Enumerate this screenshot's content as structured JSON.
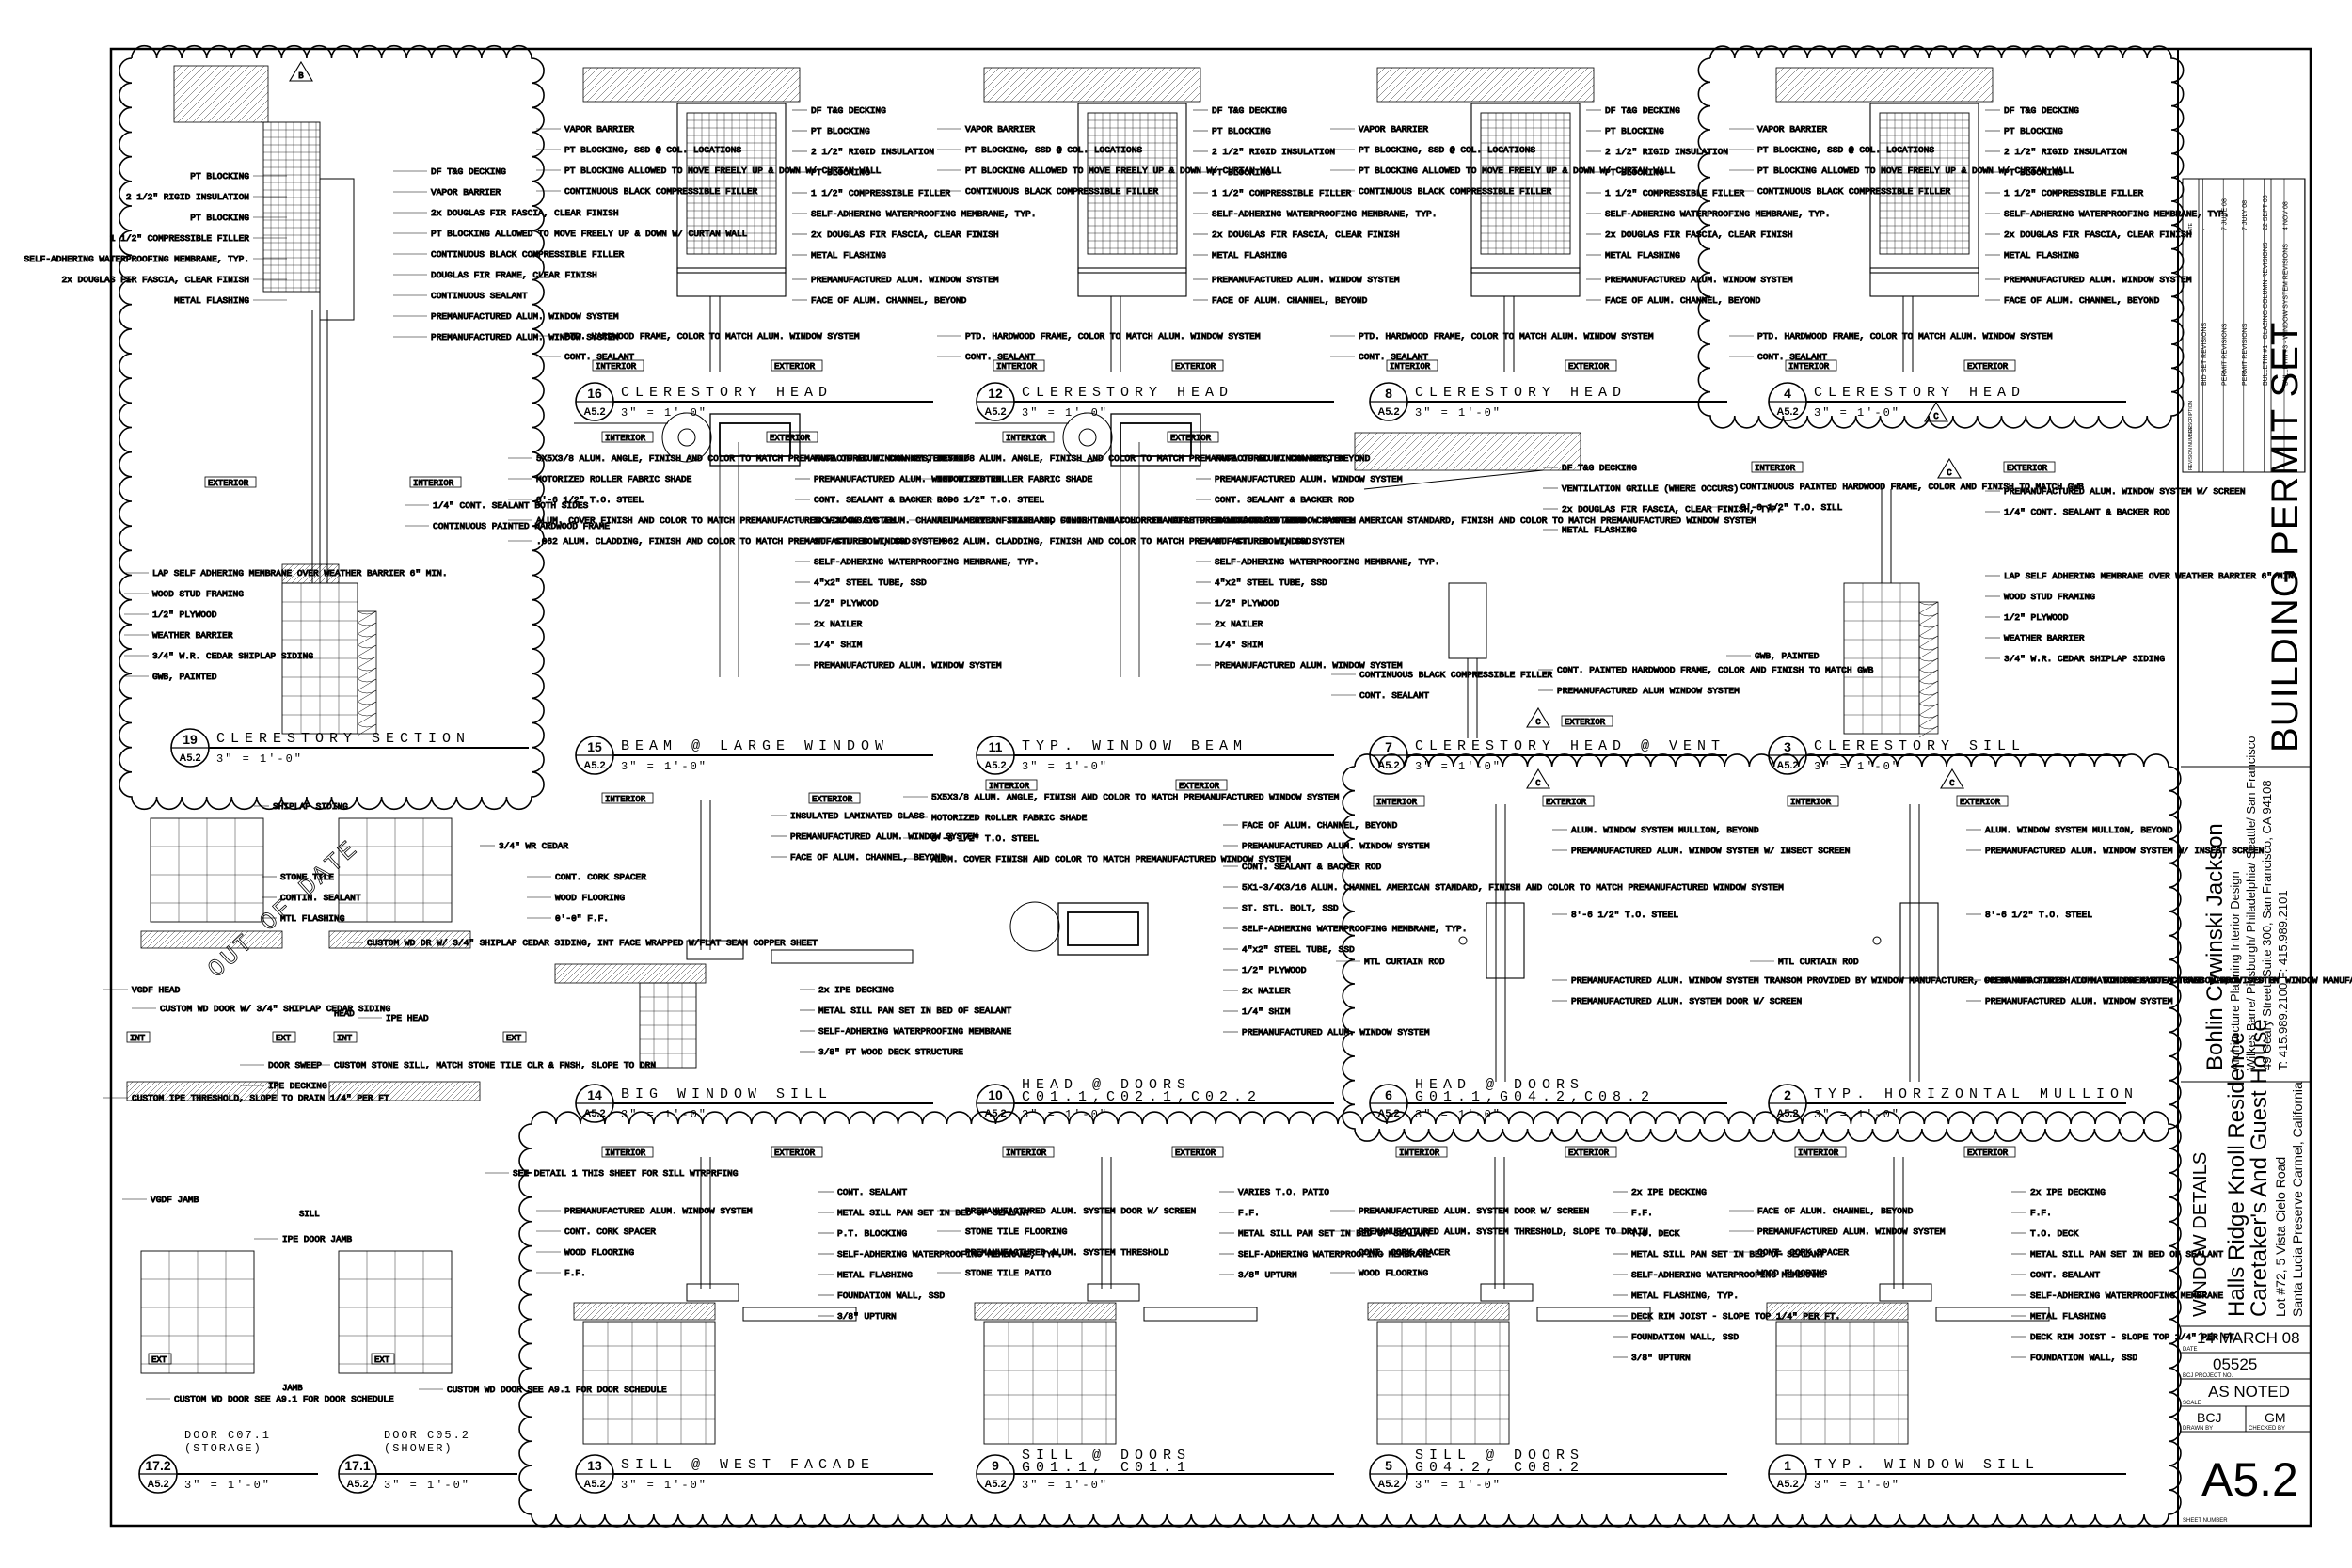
{
  "titleblock": {
    "permit_set": "BUILDING PERMIT SET",
    "firm_name": "Bohlin Cywinski Jackson",
    "firm_disciplines": "Architecture Planning Interior Design",
    "firm_offices": "Wilkes Barre/ Pittsburgh/ Philadelphia/ Seattle/ San Francisco",
    "firm_address": "49 Geary Street, Suite 300, San Francisco, CA 94108",
    "firm_phone": "T: 415.989.2100  F: 415.989.2101",
    "project_line1": "Halls Ridge Knoll Residence",
    "project_line2": "Caretaker's And Guest House",
    "project_line3": "Lot #72, 5 Vista Cielo Road",
    "project_line4": "Santa Lucia Preserve Carmel, California",
    "sheet_title": "WINDOW DETAILS",
    "date_value": "14 MARCH 08",
    "date_label": "DATE",
    "project_number": "05525",
    "project_number_label": "BCJ PROJECT NO.",
    "scale_value": "AS NOTED",
    "scale_label": "SCALE",
    "drawn_by": "BCJ",
    "drawn_by_label": "DRAWN BY",
    "checked_by": "GM",
    "checked_by_label": "CHECKED BY",
    "sheet_number": "A5.2",
    "sheet_number_label": "SHEET NUMBER",
    "revisions_header": {
      "number": "REVISION NUMBER",
      "description": "DESCRIPTION",
      "date": "DATE"
    },
    "revisions": [
      {
        "number": "",
        "description": "BID SET REVISIONS",
        "date": "-"
      },
      {
        "number": "",
        "description": "PERMIT REVISIONS",
        "date": "7 JUNE 08"
      },
      {
        "number": "",
        "description": "PERMIT REVISIONS",
        "date": "7 JULY 08"
      },
      {
        "number": "1",
        "description": "BULLETIN #1 - GLAZING COLUMN REVISIONS",
        "date": "22 SEPT 08"
      },
      {
        "number": "3",
        "description": "BULLETIN #3 - WINDOW SYSTEM REVISIONS",
        "date": "4 NOV 08"
      }
    ]
  },
  "stamp": "OUT OF DATE",
  "details": [
    {
      "id": "d19",
      "number": "19",
      "sheet": "A5.2",
      "title": "CLERESTORY SECTION",
      "scale": "3\" = 1'-0\""
    },
    {
      "id": "d16",
      "number": "16",
      "sheet": "A5.2",
      "title": "CLERESTORY HEAD",
      "scale": "3\" = 1'-0\""
    },
    {
      "id": "d12",
      "number": "12",
      "sheet": "A5.2",
      "title": "CLERESTORY HEAD",
      "scale": "3\" = 1'-0\""
    },
    {
      "id": "d8",
      "number": "8",
      "sheet": "A5.2",
      "title": "CLERESTORY HEAD",
      "scale": "3\" = 1'-0\""
    },
    {
      "id": "d4",
      "number": "4",
      "sheet": "A5.2",
      "title": "CLERESTORY HEAD",
      "scale": "3\" = 1'-0\""
    },
    {
      "id": "d15",
      "number": "15",
      "sheet": "A5.2",
      "title": "BEAM @ LARGE WINDOW",
      "scale": "3\" = 1'-0\""
    },
    {
      "id": "d11",
      "number": "11",
      "sheet": "A5.2",
      "title": "TYP. WINDOW BEAM",
      "scale": "3\" = 1'-0\""
    },
    {
      "id": "d7",
      "number": "7",
      "sheet": "A5.2",
      "title": "CLERESTORY HEAD @ VENT",
      "scale": "3\" = 1'-0\""
    },
    {
      "id": "d3",
      "number": "3",
      "sheet": "A5.2",
      "title": "CLERESTORY SILL",
      "scale": "3\" = 1'-0\""
    },
    {
      "id": "d14",
      "number": "14",
      "sheet": "A5.2",
      "title": "BIG WINDOW SILL",
      "scale": "3\" = 1'-0\""
    },
    {
      "id": "d10",
      "number": "10",
      "sheet": "A5.2",
      "title": "HEAD @ DOORS",
      "subtitle": "C01.1,C02.1,C02.2",
      "scale": "3\" = 1'-0\""
    },
    {
      "id": "d6",
      "number": "6",
      "sheet": "A5.2",
      "title": "HEAD @ DOORS",
      "subtitle": "G01.1,G04.2,C08.2",
      "scale": "3\" = 1'-0\""
    },
    {
      "id": "d2",
      "number": "2",
      "sheet": "A5.2",
      "title": "TYP. HORIZONTAL MULLION",
      "scale": "3\" = 1'-0\""
    },
    {
      "id": "d13",
      "number": "13",
      "sheet": "A5.2",
      "title": "SILL @ WEST FACADE",
      "scale": "3\" = 1'-0\""
    },
    {
      "id": "d9",
      "number": "9",
      "sheet": "A5.2",
      "title": "SILL @ DOORS",
      "subtitle": "G01.1, C01.1",
      "scale": "3\" = 1'-0\""
    },
    {
      "id": "d5",
      "number": "5",
      "sheet": "A5.2",
      "title": "SILL @ DOORS",
      "subtitle": "G04.2, C08.2",
      "scale": "3\" = 1'-0\""
    },
    {
      "id": "d1",
      "number": "1",
      "sheet": "A5.2",
      "title": "TYP. WINDOW SILL",
      "scale": "3\" = 1'-0\""
    },
    {
      "id": "d172",
      "number": "17.2",
      "sheet": "A5.2",
      "title": "DOOR C07.1",
      "subtitle": "(STORAGE)",
      "scale": "3\" = 1'-0\""
    },
    {
      "id": "d171",
      "number": "17.1",
      "sheet": "A5.2",
      "title": "DOOR C05.2",
      "subtitle": "(SHOWER)",
      "scale": "3\" = 1'-0\""
    }
  ],
  "tags": {
    "interior": "INTERIOR",
    "exterior": "EXTERIOR",
    "int": "INT",
    "ext": "EXT",
    "rev_b": "B",
    "rev_c": "C"
  },
  "notes": {
    "d19": [
      "PT BLOCKING",
      "2 1/2\" RIGID INSULATION",
      "PT BLOCKING",
      "1 1/2\" COMPRESSIBLE FILLER",
      "SELF-ADHERING WATERPROOFING MEMBRANE, TYP.",
      "2x DOUGLAS FIR FASCIA, CLEAR FINISH",
      "METAL FLASHING",
      "DF T&G DECKING",
      "VAPOR BARRIER",
      "2x DOUGLAS FIR FASCIA, CLEAR FINISH",
      "PT BLOCKING ALLOWED TO MOVE FREELY UP & DOWN W/ CURTAN WALL",
      "CONTINUOUS BLACK COMPRESSIBLE FILLER",
      "DOUGLAS FIR FRAME, CLEAR FINISH",
      "CONTINUOUS SEALANT",
      "PREMANUFACTURED ALUM. WINDOW SYSTEM",
      "PREMANUFACTURED ALUM. WINDOW SYSTEM",
      "1/4\" CONT. SEALANT BOTH SIDES",
      "CONTINUOUS PAINTED HARDWOOD FRAME",
      "LAP SELF ADHERING MEMBRANE OVER WEATHER BARRIER 6\" MIN.",
      "WOOD STUD FRAMING",
      "1/2\" PLYWOOD",
      "WEATHER BARRIER",
      "3/4\" W.R. CEDAR SHIPLAP SIDING",
      "GWB, PAINTED",
      "T.O. SILL"
    ],
    "head": [
      "DF T&G DECKING",
      "PT BLOCKING",
      "2 1/2\" RIGID INSULATION",
      "PT BLOCKING",
      "1 1/2\" COMPRESSIBLE FILLER",
      "SELF-ADHERING WATERPROOFING MEMBRANE, TYP.",
      "2x DOUGLAS FIR FASCIA, CLEAR FINISH",
      "METAL FLASHING",
      "PREMANUFACTURED ALUM. WINDOW SYSTEM",
      "FACE OF ALUM. CHANNEL, BEYOND",
      "VAPOR BARRIER",
      "PT BLOCKING, SSD @ COL. LOCATIONS",
      "PT BLOCKING ALLOWED TO MOVE FREELY UP & DOWN W/ CURTAN WALL",
      "CONTINUOUS BLACK COMPRESSIBLE FILLER",
      "PTD. HARDWOOD FRAME, COLOR TO MATCH ALUM. WINDOW SYSTEM",
      "CONT. SEALANT"
    ],
    "beam": [
      "5X5X3/8 ALUM. ANGLE, FINISH AND COLOR TO MATCH PREMANUFACTURED WINDOW SYSTEM",
      "MOTORIZED ROLLER FABRIC SHADE",
      "8'-6 1/2\" T.O. STEEL",
      "ALUM. COVER FINISH AND COLOR TO MATCH PREMANUFACTURED WINDOW SYSTEM",
      ".062 ALUM. CLADDING, FINISH AND COLOR TO MATCH PREMANUFACTURED WINDOW SYSTEM",
      "CONT. SEALANT",
      "FACE OF ALUM. CHANNEL, BEYOND",
      "PREMANUFACTURED ALUM. WINDOW SYSTEM",
      "CONT. SEALANT & BACKER ROD",
      "5X1-3/4X3/16 ALUM. CHANNEL AMERICAN STANDARD, FINISH AND COLOR TO MATCH PREMANUFACTURED WINDOW SYSTEM",
      "ST. STL. BOLT, SSD",
      "SELF-ADHERING WATERPROOFING MEMBRANE, TYP.",
      "4\"x2\" STEEL TUBE, SSD",
      "1/2\" PLYWOOD",
      "2x NAILER",
      "1/4\" SHIM",
      "PREMANUFACTURED ALUM. WINDOW SYSTEM"
    ],
    "d7": [
      "DF T&G DECKING",
      "VENTILATION GRILLE (WHERE OCCURS)",
      "2x DOUGLAS FIR FASCIA, CLEAR FINISH, TYP.",
      "METAL FLASHING",
      "CONTINUOUS BLACK COMPRESSIBLE FILLER",
      "CONT. SEALANT",
      "CONT. PAINTED HARDWOOD FRAME, COLOR AND FINISH TO MATCH GWB",
      "PREMANUFACTURED ALUM WINDOW SYSTEM"
    ],
    "d3": [
      "CONTINUOUS PAINTED HARDWOOD FRAME, COLOR AND FINISH TO MATCH GWB",
      "8'-6 1/2\" T.O. SILL",
      "PREMANUFACTURED ALUM. WINDOW SYSTEM W/ SCREEN",
      "1/4\" CONT. SEALANT & BACKER ROD",
      "LAP SELF ADHERING MEMBRANE OVER WEATHER BARRIER 6\" MIN.",
      "WOOD STUD FRAMING",
      "1/2\" PLYWOOD",
      "WEATHER BARRIER",
      "3/4\" W.R. CEDAR SHIPLAP SIDING",
      "GWB, PAINTED"
    ],
    "d14": [
      "INSULATED LAMINATED GLASS",
      "PREMANUFACTURED ALUM. WINDOW SYSTEM",
      "FACE OF ALUM. CHANNEL, BEYOND",
      "CONT. CORK SPACER",
      "WOOD FLOORING",
      "0'-0\" F.F.",
      "T.O. DECK",
      "2x IPE DECKING",
      "METAL SILL PAN SET IN BED OF SEALANT",
      "SELF-ADHERING WATERPROOFING MEMBRANE",
      "3/8\" PT WOOD DECK STRUCTURE"
    ],
    "d6": [
      "ALUM. WINDOW SYSTEM MULLION, BEYOND",
      "PREMANUFACTURED ALUM. WINDOW SYSTEM W/ INSECT SCREEN",
      "8'-6 1/2\" T.O. STEEL",
      "MTL CURTAIN ROD",
      "PREMANUFACTURED ALUM. WINDOW SYSTEM TRANSOM PROVIDED BY WINDOW MANUFACTURER, COLOR AND FINISH TO MATCH PREMANUFACTURED WINDOW SYSTEM",
      "PREMANUFACTURED ALUM. SYSTEM DOOR W/ SCREEN"
    ],
    "d2": [
      "ALUM. WINDOW SYSTEM MULLION, BEYOND",
      "PREMANUFACTURED ALUM. WINDOW SYSTEM W/ INSECT SCREEN",
      "8'-6 1/2\" T.O. STEEL",
      "MTL CURTAIN ROD",
      "PREMANUFACTURED ALUM. WINDOW SYSTEM TRANSOM PROVIDED BY WINDOW MANUFACTURER, COLOR AND FINISH TO MATCH PREMANUFACTURED WINDOW SYSTEM",
      "PREMANUFACTURED ALUM. WINDOW SYSTEM"
    ],
    "d13": [
      "PREMANUFACTURED ALUM. WINDOW SYSTEM",
      "CONT. CORK SPACER",
      "WOOD FLOORING",
      "F.F.",
      "CONT. SEALANT",
      "METAL SILL PAN SET IN BED OF SEALANT",
      "P.T. BLOCKING",
      "SELF-ADHERING WATERPROOFING MEMBRANE, TYP.",
      "METAL FLASHING",
      "FOUNDATION WALL, SSD",
      "3/8\" UPTURN"
    ],
    "d9": [
      "PREMANUFACTURED ALUM. SYSTEM DOOR W/ SCREEN",
      "STONE TILE FLOORING",
      "PREMANUFACTURED ALUM. SYSTEM THRESHOLD",
      "STONE TILE PATIO",
      "VARIES T.O. PATIO",
      "F.F.",
      "METAL SILL PAN SET IN BED OF SEALANT",
      "SELF-ADHERING WATERPROOFING MEMBRANE",
      "3/8\" UPTURN"
    ],
    "d5": [
      "PREMANUFACTURED ALUM. SYSTEM DOOR W/ SCREEN",
      "PREMANUFACTURED ALUM. SYSTEM THRESHOLD, SLOPE TO DRAIN",
      "CONT. CORK SPACER",
      "WOOD FLOORING",
      "2x IPE DECKING",
      "F.F.",
      "T.O. DECK",
      "METAL SILL PAN SET IN BED OF SEALANT",
      "SELF-ADHERING WATERPROOFING MEMBRANE",
      "METAL FLASHING, TYP.",
      "DECK RIM JOIST - SLOPE TOP 1/4\" PER FT.",
      "FOUNDATION WALL, SSD",
      "3/8\" UPTURN"
    ],
    "d1": [
      "FACE OF ALUM. CHANNEL, BEYOND",
      "PREMANUFACTURED ALUM. WINDOW SYSTEM",
      "CONT. CORK SPACER",
      "WOOD FLOORING",
      "2x IPE DECKING",
      "F.F.",
      "T.O. DECK",
      "METAL SILL PAN SET IN BED OF SEALANT",
      "CONT. SEALANT",
      "SELF-ADHERING WATERPROOFING MEMBRANE",
      "METAL FLASHING",
      "DECK RIM JOIST - SLOPE TOP 1/4\" PER FT.",
      "FOUNDATION WALL, SSD"
    ],
    "d17": [
      "SHIPLAP SIDING",
      "3/4\" WR CEDAR",
      "STONE TILE",
      "CONTIN. SEALANT",
      "MTL FLASHING",
      "VGDF HEAD",
      "CUSTOM WD DOOR W/ 3/4\" SHIPLAP CEDAR SIDING",
      "CUSTOM WD DR W/ 3/4\" SHIPLAP CEDAR SIDING, INT FACE WRAPPED W/FLAT SEAM COPPER SHEET",
      "IPE HEAD",
      "CUSTOM IPE THRESHOLD, SLOPE TO DRAIN 1/4\" PER FT",
      "DOOR SWEEP",
      "IPE DECKING",
      "CUSTOM STONE SILL, MATCH STONE TILE CLR & FNSH, SLOPE TO DRN",
      "SEE DETAIL 1 THIS SHEET FOR SILL WTRPRFING",
      "VGDF JAMB",
      "IPE DOOR JAMB",
      "CUSTOM WD DOOR SEE A9.1 FOR DOOR SCHEDULE",
      "JAMB",
      "HEAD",
      "SILL"
    ]
  }
}
